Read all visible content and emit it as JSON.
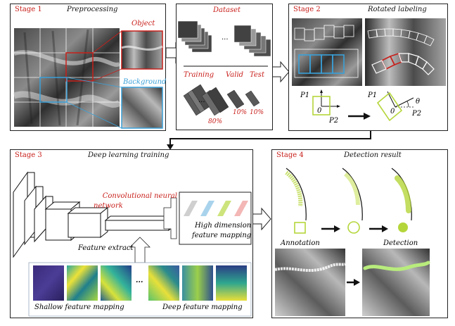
{
  "stage1": {
    "stage": "Stage 1",
    "title": "Preprocessing",
    "object": "Object",
    "background": "Background"
  },
  "dataset": {
    "title": "Dataset",
    "ellipsis": "...",
    "training": "Training",
    "valid": "Valid",
    "test": "Test",
    "training_pct": "80%",
    "valid_pct": "10%",
    "test_pct": "10%",
    "train_ellipsis": "..."
  },
  "stage2": {
    "stage": "Stage 2",
    "title": "Rotated labeling",
    "p1": "P1",
    "p2": "P2",
    "origin": "0",
    "p1_rot": "P1",
    "p2_rot": "P2",
    "origin_rot": "0",
    "theta": "θ"
  },
  "stage3": {
    "stage": "Stage 3",
    "title": "Deep learning training",
    "cnn_label": "Convolutional neural\nnetwork",
    "feature_extract": "Feature extract",
    "hd_line1": "High dimension",
    "hd_line2": "feature mapping",
    "dots": "...",
    "shallow": "Shallow feature mapping",
    "deep": "Deep feature mapping"
  },
  "stage4": {
    "stage": "Stage 4",
    "title": "Detection result",
    "annotation": "Annotation",
    "detection": "Detection"
  },
  "colors": {
    "red": "#c8201b",
    "blue": "#3aa0d8",
    "lime": "#b5d63b",
    "black": "#111111"
  }
}
